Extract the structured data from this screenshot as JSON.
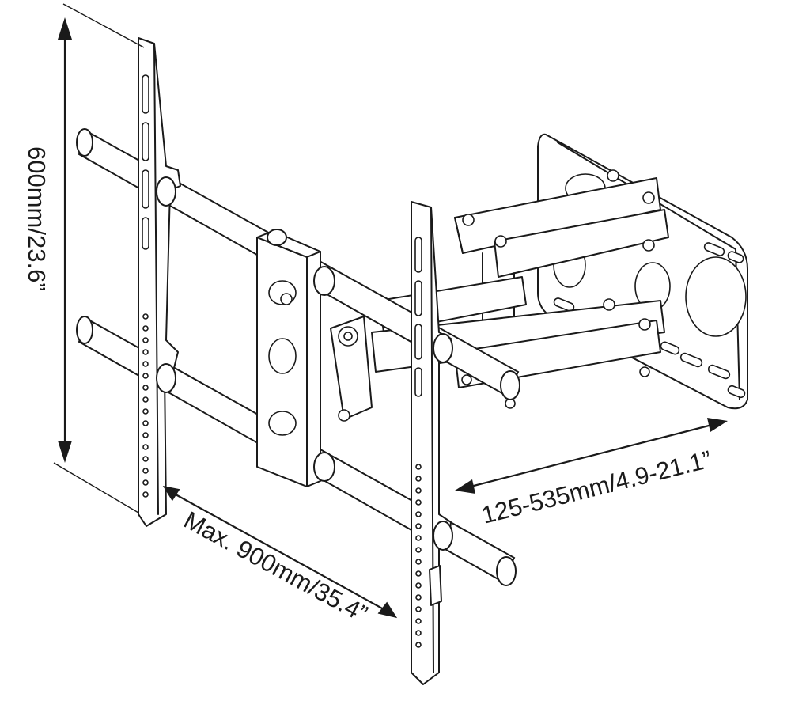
{
  "dimensions": {
    "height": "600mm/23.6”",
    "width": "Max. 900mm/35.4”",
    "extension": "125-535mm/4.9-21.1”"
  },
  "colors": {
    "line": "#1a1a1a",
    "background": "#ffffff"
  }
}
